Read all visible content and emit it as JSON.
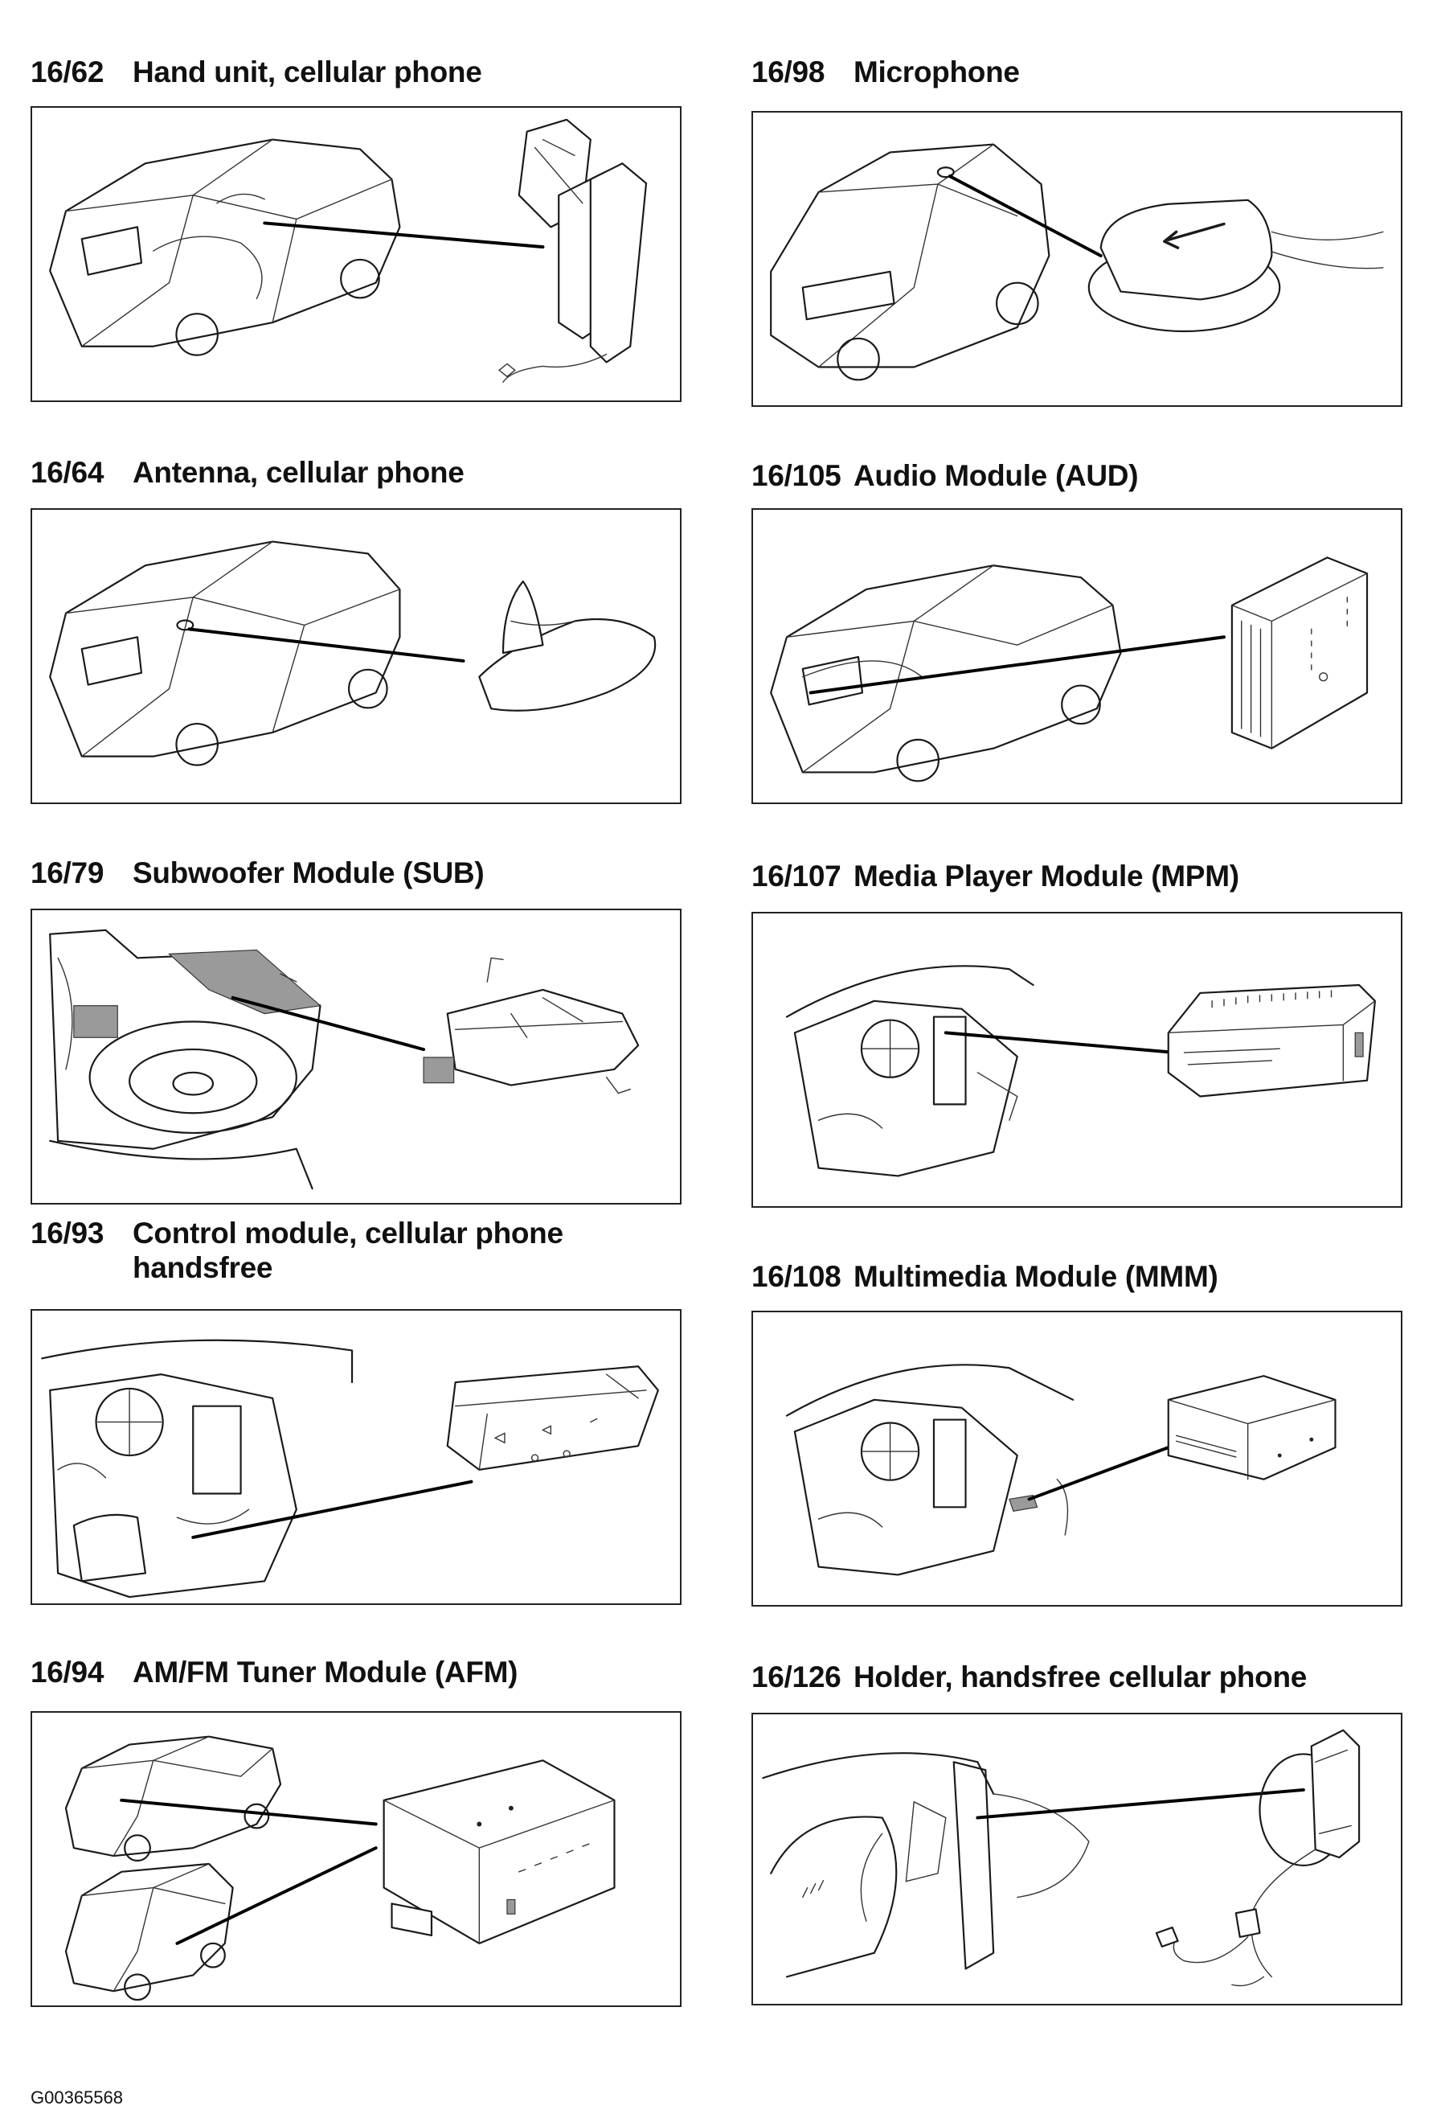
{
  "panels": [
    {
      "code": "16/62",
      "title": "Hand unit, cellular phone",
      "title_line2": ""
    },
    {
      "code": "16/98",
      "title": "Microphone",
      "title_line2": ""
    },
    {
      "code": "16/64",
      "title": "Antenna, cellular phone",
      "title_line2": ""
    },
    {
      "code": "16/105",
      "title": "Audio Module (AUD)",
      "title_line2": ""
    },
    {
      "code": "16/79",
      "title": "Subwoofer Module (SUB)",
      "title_line2": ""
    },
    {
      "code": "16/107",
      "title": "Media Player Module (MPM)",
      "title_line2": ""
    },
    {
      "code": "16/93",
      "title": "Control module, cellular phone",
      "title_line2": "handsfree"
    },
    {
      "code": "16/108",
      "title": "Multimedia Module (MMM)",
      "title_line2": ""
    },
    {
      "code": "16/94",
      "title": "AM/FM Tuner Module (AFM)",
      "title_line2": ""
    },
    {
      "code": "16/126",
      "title": "Holder, handsfree cellular phone",
      "title_line2": ""
    }
  ],
  "footer": {
    "figure_id": "G00365568"
  }
}
